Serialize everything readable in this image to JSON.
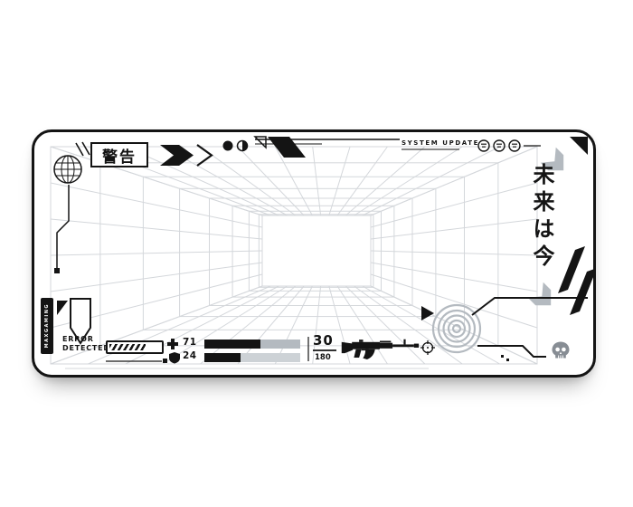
{
  "product": {
    "warning_label": "警告",
    "system_update_label": "SYSTEM UPDATE",
    "tagline_vertical": "未来は今",
    "watermark_vertical": "MAXGAMING",
    "error_line1": "ERROR",
    "error_line2": "DETECTED",
    "hud": {
      "health": "71",
      "armor": "24",
      "ammo_mag": "30",
      "ammo_reserve": "180"
    },
    "colors": {
      "ink": "#141414",
      "gray": "#b4bac0",
      "light": "#cdd2d6",
      "grid": "#d4d7db",
      "skull": "#878d94"
    }
  }
}
